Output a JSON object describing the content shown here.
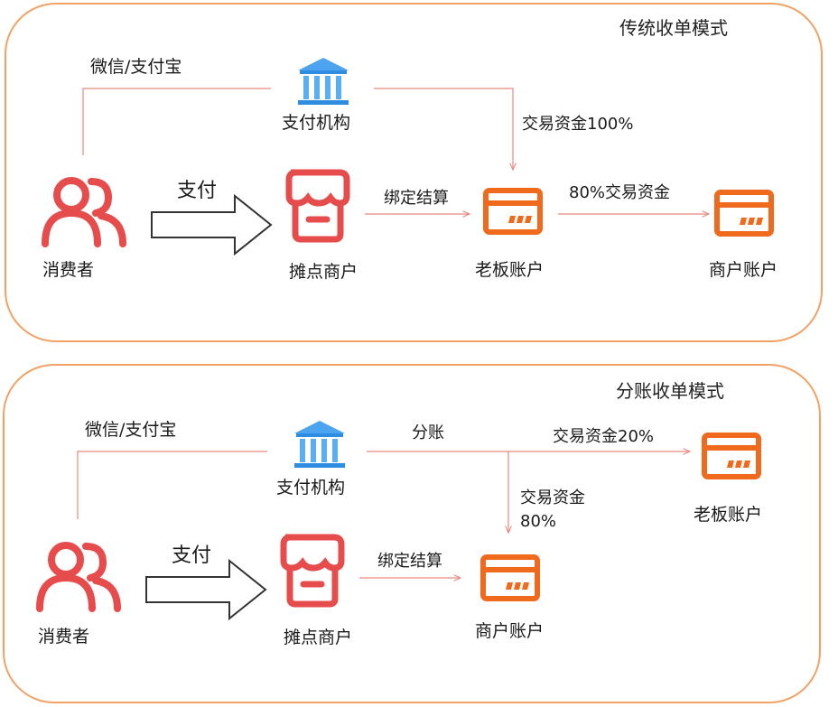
{
  "colors": {
    "panel_border": "#F2A265",
    "line": "#E88A7E",
    "person": "#E74C4C",
    "shop": "#E74C4C",
    "card": "#F06A1E",
    "bank": "#2E8DE0"
  },
  "traditional": {
    "title": "传统收单模式",
    "channel": "微信/支付宝",
    "institution": "支付机构",
    "consumer": "消费者",
    "pay": "支付",
    "stall_merchant": "摊点商户",
    "bind_settle": "绑定结算",
    "boss_account": "老板账户",
    "merchant_account": "商户账户",
    "funds_100": "交易资金100%",
    "funds_80": "80%交易资金"
  },
  "split": {
    "title": "分账收单模式",
    "channel": "微信/支付宝",
    "institution": "支付机构",
    "split_label": "分账",
    "funds_20": "交易资金20%",
    "funds_80_line1": "交易资金",
    "funds_80_line2": "80%",
    "boss_account": "老板账户",
    "consumer": "消费者",
    "pay": "支付",
    "stall_merchant": "摊点商户",
    "bind_settle": "绑定结算",
    "merchant_account": "商户账户"
  },
  "icons": [
    "bank-icon",
    "person-group-icon",
    "shop-icon",
    "card-icon",
    "hollow-arrow-icon"
  ]
}
